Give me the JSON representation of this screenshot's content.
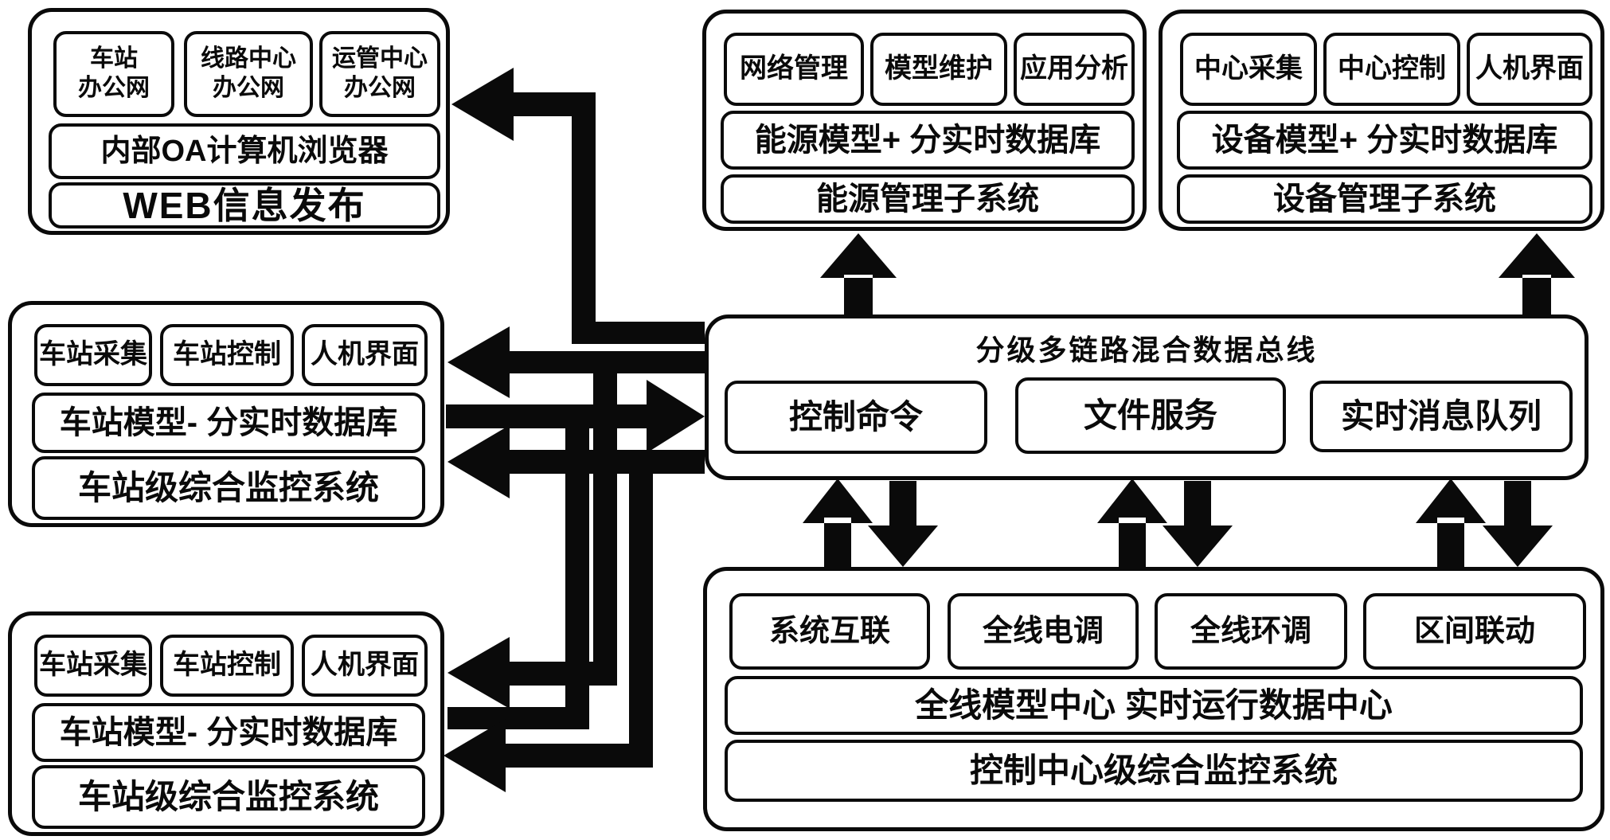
{
  "colors": {
    "ink": "#0a0a0a",
    "background": "#ffffff"
  },
  "web_portal": {
    "networks": [
      "车站\n办公网",
      "线路中心\n办公网",
      "运管中心\n办公网"
    ],
    "browser": "内部OA计算机浏览器",
    "publisher": "WEB信息发布"
  },
  "energy_subsystem": {
    "modules": [
      "网络管理",
      "模型维护",
      "应用分析"
    ],
    "database": "能源模型+ 分实时数据库",
    "name": "能源管理子系统"
  },
  "device_subsystem": {
    "modules": [
      "中心采集",
      "中心控制",
      "人机界面"
    ],
    "database": "设备模型+ 分实时数据库",
    "name": "设备管理子系统"
  },
  "station_system_upper": {
    "modules": [
      "车站采集",
      "车站控制",
      "人机界面"
    ],
    "database": "车站模型- 分实时数据库",
    "name": "车站级综合监控系统"
  },
  "station_system_lower": {
    "modules": [
      "车站采集",
      "车站控制",
      "人机界面"
    ],
    "database": "车站模型- 分实时数据库",
    "name": "车站级综合监控系统"
  },
  "data_bus": {
    "name": "分级多链路混合数据总线",
    "services": [
      "控制命令",
      "文件服务",
      "实时消息队列"
    ]
  },
  "control_center_system": {
    "functions": [
      "系统互联",
      "全线电调",
      "全线环调",
      "区间联动"
    ],
    "data_center": "全线模型中心  实时运行数据中心",
    "name": "控制中心级综合监控系统"
  }
}
